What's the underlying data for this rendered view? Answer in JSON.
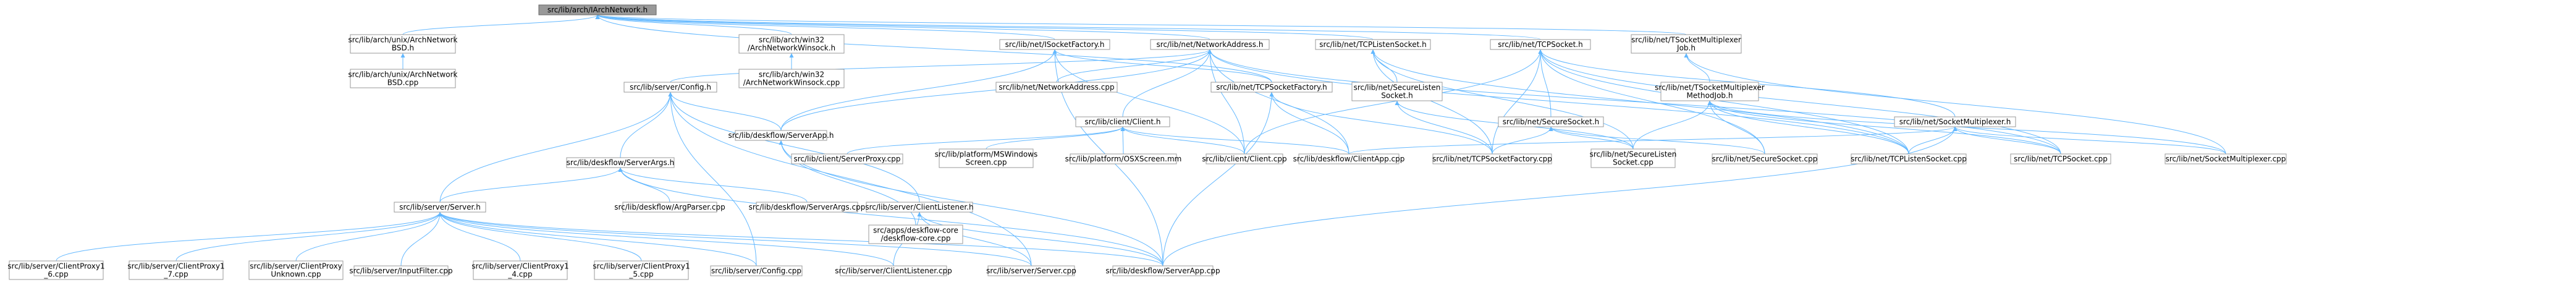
{
  "graph": {
    "root": "n0",
    "nodes": [
      {
        "id": "n0",
        "lines": [
          "src/lib/arch/IArchNetwork.h"
        ]
      },
      {
        "id": "n1",
        "lines": [
          "src/lib/arch/unix/ArchNetwork",
          "BSD.h"
        ]
      },
      {
        "id": "n2",
        "lines": [
          "src/lib/arch/unix/ArchNetwork",
          "BSD.cpp"
        ]
      },
      {
        "id": "n3",
        "lines": [
          "src/lib/arch/win32",
          "/ArchNetworkWinsock.h"
        ]
      },
      {
        "id": "n4",
        "lines": [
          "src/lib/arch/win32",
          "/ArchNetworkWinsock.cpp"
        ]
      },
      {
        "id": "n5",
        "lines": [
          "src/lib/net/ISocketFactory.h"
        ]
      },
      {
        "id": "n6",
        "lines": [
          "src/lib/net/NetworkAddress.h"
        ]
      },
      {
        "id": "n7",
        "lines": [
          "src/lib/net/TCPListenSocket.h"
        ]
      },
      {
        "id": "n8",
        "lines": [
          "src/lib/net/TCPSocket.h"
        ]
      },
      {
        "id": "n9",
        "lines": [
          "src/lib/net/TSocketMultiplexer",
          "Job.h"
        ]
      },
      {
        "id": "n10",
        "lines": [
          "src/lib/server/Config.h"
        ]
      },
      {
        "id": "n11",
        "lines": [
          "src/lib/net/NetworkAddress.cpp"
        ]
      },
      {
        "id": "n12",
        "lines": [
          "src/lib/client/Client.h"
        ]
      },
      {
        "id": "n13",
        "lines": [
          "src/lib/net/TCPSocketFactory.h"
        ]
      },
      {
        "id": "n14",
        "lines": [
          "src/lib/net/SecureListen",
          "Socket.h"
        ]
      },
      {
        "id": "n15",
        "lines": [
          "src/lib/net/SecureSocket.h"
        ]
      },
      {
        "id": "n16",
        "lines": [
          "src/lib/net/TSocketMultiplexer",
          "MethodJob.h"
        ]
      },
      {
        "id": "n17",
        "lines": [
          "src/lib/net/SocketMultiplexer.h"
        ]
      },
      {
        "id": "n18",
        "lines": [
          "src/lib/deskflow/ServerArgs.h"
        ]
      },
      {
        "id": "n19",
        "lines": [
          "src/lib/deskflow/ServerApp.h"
        ]
      },
      {
        "id": "n20",
        "lines": [
          "src/lib/client/ServerProxy.cpp"
        ]
      },
      {
        "id": "n21",
        "lines": [
          "src/lib/platform/MSWindows",
          "Screen.cpp"
        ]
      },
      {
        "id": "n22",
        "lines": [
          "src/lib/platform/OSXScreen.mm"
        ]
      },
      {
        "id": "n23",
        "lines": [
          "src/lib/client/Client.cpp"
        ]
      },
      {
        "id": "n24",
        "lines": [
          "src/lib/deskflow/ClientApp.cpp"
        ]
      },
      {
        "id": "n25",
        "lines": [
          "src/lib/net/TCPSocketFactory.cpp"
        ]
      },
      {
        "id": "n26",
        "lines": [
          "src/lib/net/SecureListen",
          "Socket.cpp"
        ]
      },
      {
        "id": "n27",
        "lines": [
          "src/lib/net/SecureSocket.cpp"
        ]
      },
      {
        "id": "n28",
        "lines": [
          "src/lib/net/TCPListenSocket.cpp"
        ]
      },
      {
        "id": "n29",
        "lines": [
          "src/lib/net/TCPSocket.cpp"
        ]
      },
      {
        "id": "n30",
        "lines": [
          "src/lib/net/SocketMultiplexer.cpp"
        ]
      },
      {
        "id": "n31",
        "lines": [
          "src/lib/server/Server.h"
        ]
      },
      {
        "id": "n32",
        "lines": [
          "src/lib/deskflow/ArgParser.cpp"
        ]
      },
      {
        "id": "n33",
        "lines": [
          "src/lib/deskflow/ServerArgs.cpp"
        ]
      },
      {
        "id": "n34",
        "lines": [
          "src/lib/server/ClientListener.h"
        ]
      },
      {
        "id": "n35",
        "lines": [
          "src/apps/deskflow-core",
          "/deskflow-core.cpp"
        ]
      },
      {
        "id": "n36",
        "lines": [
          "src/lib/server/ClientProxy1",
          "_6.cpp"
        ]
      },
      {
        "id": "n37",
        "lines": [
          "src/lib/server/ClientProxy1",
          "_7.cpp"
        ]
      },
      {
        "id": "n38",
        "lines": [
          "src/lib/server/ClientProxy",
          "Unknown.cpp"
        ]
      },
      {
        "id": "n39",
        "lines": [
          "src/lib/server/InputFilter.cpp"
        ]
      },
      {
        "id": "n40",
        "lines": [
          "src/lib/server/ClientProxy1",
          "_4.cpp"
        ]
      },
      {
        "id": "n41",
        "lines": [
          "src/lib/server/ClientProxy1",
          "_5.cpp"
        ]
      },
      {
        "id": "n42",
        "lines": [
          "src/lib/server/Config.cpp"
        ]
      },
      {
        "id": "n43",
        "lines": [
          "src/lib/server/ClientListener.cpp"
        ]
      },
      {
        "id": "n44",
        "lines": [
          "src/lib/server/Server.cpp"
        ]
      },
      {
        "id": "n45",
        "lines": [
          "src/lib/deskflow/ServerApp.cpp"
        ]
      }
    ],
    "edges": [
      [
        "n0",
        "n1"
      ],
      [
        "n0",
        "n3"
      ],
      [
        "n0",
        "n5"
      ],
      [
        "n0",
        "n6"
      ],
      [
        "n0",
        "n7"
      ],
      [
        "n0",
        "n8"
      ],
      [
        "n0",
        "n9"
      ],
      [
        "n0",
        "n13"
      ],
      [
        "n1",
        "n2"
      ],
      [
        "n3",
        "n4"
      ],
      [
        "n5",
        "n13"
      ],
      [
        "n5",
        "n19"
      ],
      [
        "n5",
        "n23"
      ],
      [
        "n5",
        "n45"
      ],
      [
        "n6",
        "n10"
      ],
      [
        "n6",
        "n11"
      ],
      [
        "n6",
        "n12"
      ],
      [
        "n6",
        "n19"
      ],
      [
        "n6",
        "n23"
      ],
      [
        "n6",
        "n24"
      ],
      [
        "n6",
        "n28"
      ],
      [
        "n6",
        "n29"
      ],
      [
        "n7",
        "n14"
      ],
      [
        "n7",
        "n25"
      ],
      [
        "n7",
        "n28"
      ],
      [
        "n7",
        "n26"
      ],
      [
        "n8",
        "n15"
      ],
      [
        "n8",
        "n25"
      ],
      [
        "n8",
        "n27"
      ],
      [
        "n8",
        "n29"
      ],
      [
        "n8",
        "n28"
      ],
      [
        "n8",
        "n17"
      ],
      [
        "n8",
        "n23"
      ],
      [
        "n9",
        "n16"
      ],
      [
        "n9",
        "n30"
      ],
      [
        "n10",
        "n18"
      ],
      [
        "n10",
        "n19"
      ],
      [
        "n10",
        "n31"
      ],
      [
        "n10",
        "n34"
      ],
      [
        "n10",
        "n42"
      ],
      [
        "n10",
        "n44"
      ],
      [
        "n12",
        "n20"
      ],
      [
        "n12",
        "n21"
      ],
      [
        "n12",
        "n22"
      ],
      [
        "n12",
        "n23"
      ],
      [
        "n12",
        "n24"
      ],
      [
        "n13",
        "n24"
      ],
      [
        "n13",
        "n25"
      ],
      [
        "n13",
        "n45"
      ],
      [
        "n14",
        "n25"
      ],
      [
        "n14",
        "n26"
      ],
      [
        "n15",
        "n25"
      ],
      [
        "n15",
        "n26"
      ],
      [
        "n15",
        "n27"
      ],
      [
        "n16",
        "n26"
      ],
      [
        "n16",
        "n27"
      ],
      [
        "n16",
        "n28"
      ],
      [
        "n16",
        "n29"
      ],
      [
        "n16",
        "n30"
      ],
      [
        "n17",
        "n24"
      ],
      [
        "n17",
        "n30"
      ],
      [
        "n17",
        "n28"
      ],
      [
        "n17",
        "n29"
      ],
      [
        "n17",
        "n45"
      ],
      [
        "n18",
        "n31"
      ],
      [
        "n18",
        "n32"
      ],
      [
        "n18",
        "n33"
      ],
      [
        "n18",
        "n45"
      ],
      [
        "n19",
        "n35"
      ],
      [
        "n19",
        "n45"
      ],
      [
        "n31",
        "n36"
      ],
      [
        "n31",
        "n37"
      ],
      [
        "n31",
        "n38"
      ],
      [
        "n31",
        "n39"
      ],
      [
        "n31",
        "n40"
      ],
      [
        "n31",
        "n41"
      ],
      [
        "n31",
        "n42"
      ],
      [
        "n31",
        "n43"
      ],
      [
        "n31",
        "n44"
      ],
      [
        "n31",
        "n45"
      ],
      [
        "n34",
        "n43"
      ],
      [
        "n34",
        "n44"
      ],
      [
        "n34",
        "n45"
      ]
    ]
  }
}
